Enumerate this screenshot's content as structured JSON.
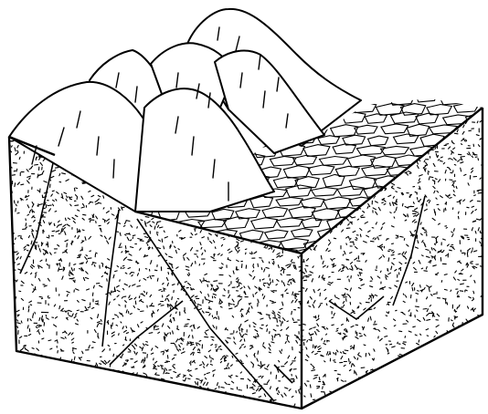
{
  "diagram": {
    "kind": "block-diagram",
    "labels": [],
    "colors": {
      "ink": "#000000",
      "paper": "#ffffff"
    },
    "features": [
      "mountain-range",
      "surface-plates",
      "basin-fill",
      "bedrock",
      "faults"
    ]
  }
}
